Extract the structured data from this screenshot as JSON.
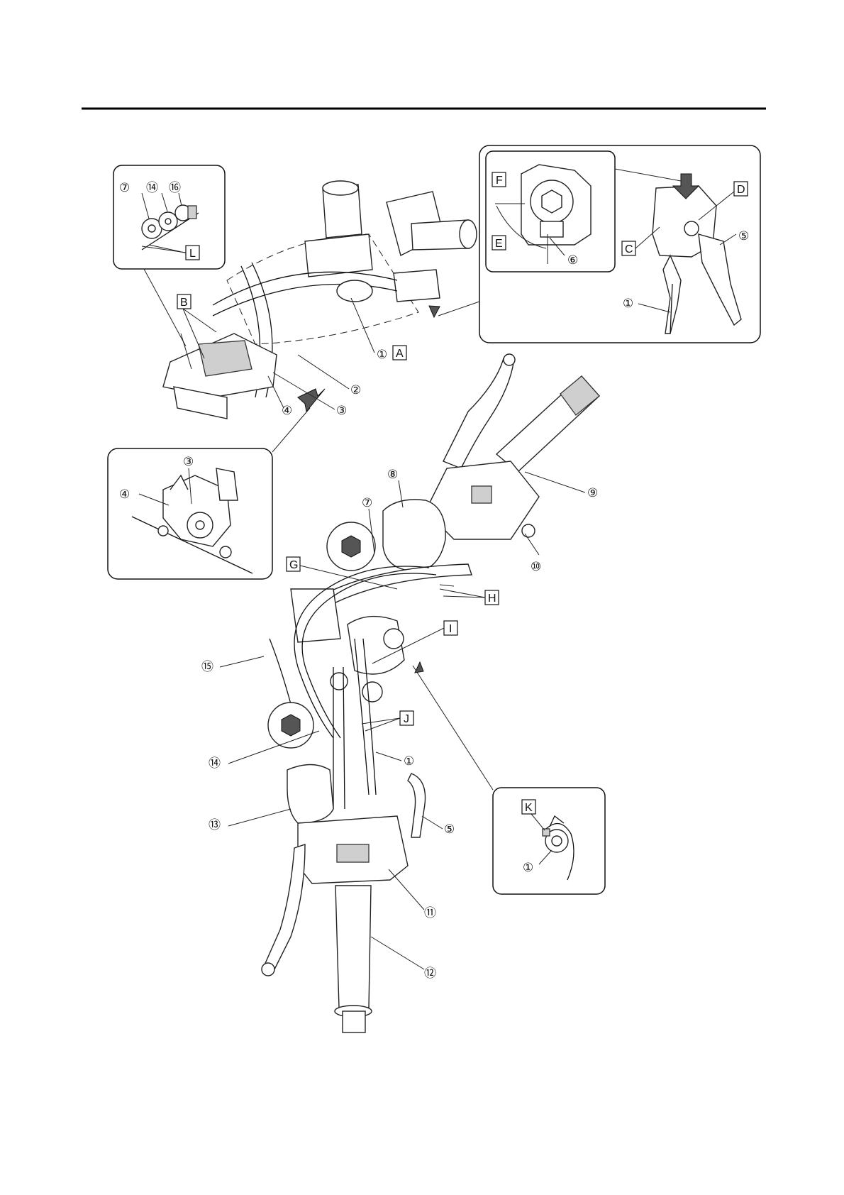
{
  "page": {
    "header_rule": true
  },
  "callouts": {
    "c1": "①",
    "c2": "②",
    "c3": "③",
    "c4": "④",
    "c5": "⑤",
    "c6": "⑥",
    "c7": "⑦",
    "c8": "⑧",
    "c9": "⑨",
    "c10": "⑩",
    "c11": "⑪",
    "c12": "⑫",
    "c13": "⑬",
    "c14": "⑭",
    "c15": "⑮",
    "c16": "⑯"
  },
  "letters": {
    "A": "A",
    "B": "B",
    "C": "C",
    "D": "D",
    "E": "E",
    "F": "F",
    "G": "G",
    "H": "H",
    "I": "I",
    "J": "J",
    "K": "K",
    "L": "L"
  },
  "colors": {
    "ink": "#111111",
    "part_fill": "#cfcfcf",
    "background": "#ffffff"
  }
}
